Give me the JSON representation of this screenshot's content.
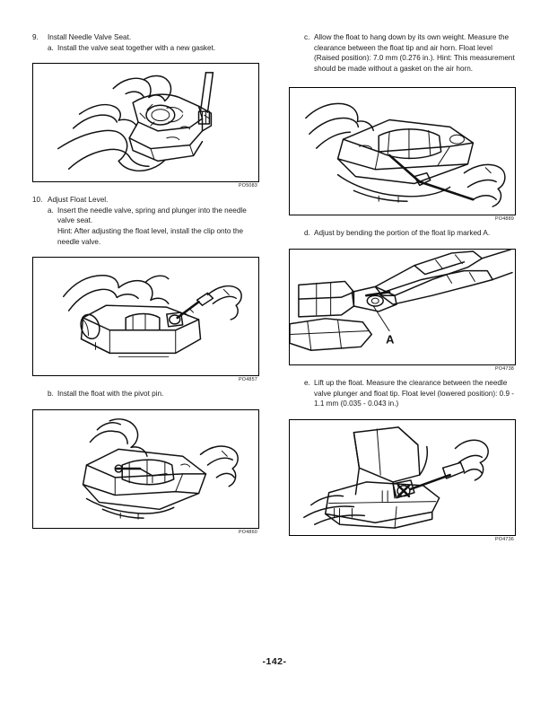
{
  "document": {
    "page_number": "-142-"
  },
  "left_column": {
    "step9": {
      "marker": "9.",
      "title": "Install Needle Valve Seat.",
      "sub_a_marker": "a.",
      "sub_a_text": "Install the valve seat together with a new gasket."
    },
    "figure1": {
      "caption": "PO5083",
      "alt": "Hands installing the needle valve seat with a new gasket into the carburetor air horn using a screwdriver"
    },
    "step10": {
      "marker": "10.",
      "title": "Adjust Float Level.",
      "sub_a_marker": "a.",
      "sub_a_line1": "Insert the needle valve, spring and plunger into the needle valve seat.",
      "sub_a_line2": "Hint: After adjusting the float level, install the clip onto the needle valve."
    },
    "figure2": {
      "caption": "PO4857",
      "alt": "Hand inserting the needle valve, spring and plunger into the needle valve seat"
    },
    "step10b": {
      "marker": "b.",
      "text": "Install the float with the pivot pin."
    },
    "figure3": {
      "caption": "PO4860",
      "alt": "Hands installing the float with the pivot pin into the air horn"
    }
  },
  "right_column": {
    "step10c": {
      "marker": "c.",
      "text": "Allow the float to hang down by its own weight. Measure the clearance between the float tip and air horn. Float level (Raised position): 7.0 mm (0.276 in.). Hint: This measurement should be made without a gasket on the air horn."
    },
    "figure4": {
      "caption": "PO4889",
      "alt": "Hand holding the air horn while measuring float clearance with a gauge"
    },
    "step10d": {
      "marker": "d.",
      "text": "Adjust by bending the portion of the float lip marked A."
    },
    "figure5": {
      "caption": "PO4738",
      "alt": "Pliers bending the float lip at the portion marked A",
      "label_a": "A"
    },
    "step10e": {
      "marker": "e.",
      "text": "Lift up the float. Measure the clearance between the needle valve plunger and float tip. Float level (lowered position): 0.9 - 1.1  mm (0.035 - 0.043 in.)"
    },
    "figure6": {
      "caption": "PO4736",
      "alt": "Float lifted up while measuring clearance between needle valve plunger and float tip"
    }
  },
  "colors": {
    "ink": "#1a1a1a",
    "line": "#111111",
    "paper": "#ffffff"
  }
}
